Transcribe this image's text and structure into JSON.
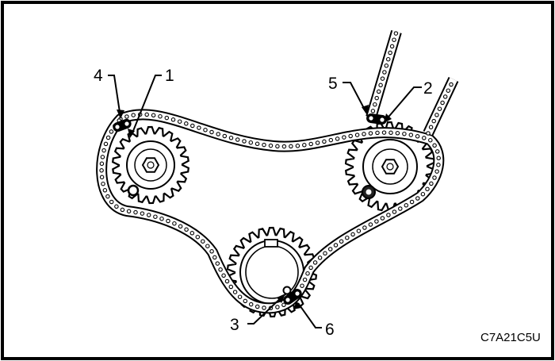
{
  "figure_code": "C7A21C5U",
  "callouts": [
    {
      "number": "1"
    },
    {
      "number": "2"
    },
    {
      "number": "3"
    },
    {
      "number": "4"
    },
    {
      "number": "5"
    },
    {
      "number": "6"
    }
  ],
  "colors": {
    "background": "#ffffff",
    "ink": "#000000",
    "panel_border": "#000000"
  }
}
